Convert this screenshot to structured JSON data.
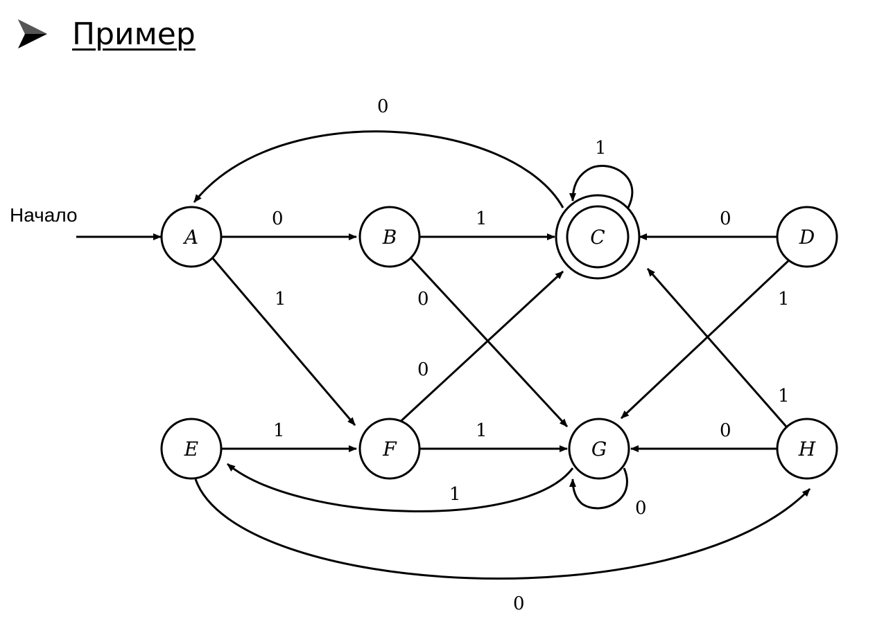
{
  "slide": {
    "title": "Пример",
    "bullet_icon": "arrowhead-bullet-icon"
  },
  "diagram": {
    "start_label": "Начало",
    "start_state": "A",
    "accepting_states": [
      "C"
    ],
    "states": [
      "A",
      "B",
      "C",
      "D",
      "E",
      "F",
      "G",
      "H"
    ],
    "transitions": [
      {
        "from": "A",
        "to": "B",
        "label": "0"
      },
      {
        "from": "A",
        "to": "F",
        "label": "1"
      },
      {
        "from": "B",
        "to": "C",
        "label": "1"
      },
      {
        "from": "B",
        "to": "G",
        "label": "0"
      },
      {
        "from": "C",
        "to": "A",
        "label": "0"
      },
      {
        "from": "C",
        "to": "C",
        "label": "1"
      },
      {
        "from": "D",
        "to": "C",
        "label": "0"
      },
      {
        "from": "D",
        "to": "G",
        "label": "1"
      },
      {
        "from": "E",
        "to": "F",
        "label": "1"
      },
      {
        "from": "E",
        "to": "H",
        "label": "0"
      },
      {
        "from": "F",
        "to": "C",
        "label": "0"
      },
      {
        "from": "F",
        "to": "G",
        "label": "1"
      },
      {
        "from": "G",
        "to": "E",
        "label": "1"
      },
      {
        "from": "G",
        "to": "G",
        "label": "0"
      },
      {
        "from": "H",
        "to": "G",
        "label": "0"
      },
      {
        "from": "H",
        "to": "C",
        "label": "1"
      }
    ]
  }
}
